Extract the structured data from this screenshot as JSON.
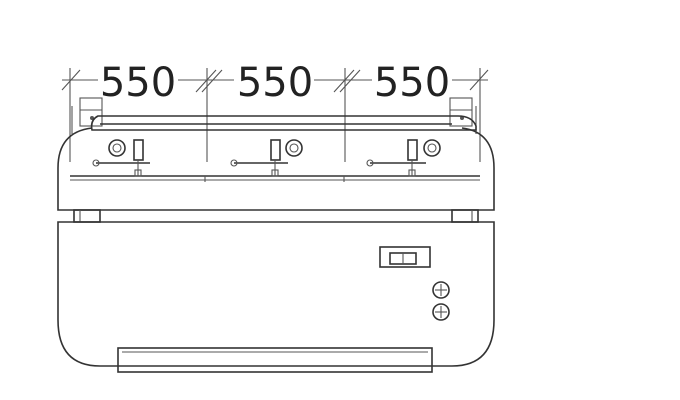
{
  "dimensions": [
    {
      "label": "550"
    },
    {
      "label": "550"
    },
    {
      "label": "550"
    }
  ],
  "colors": {
    "stroke": "#333333",
    "background": "#ffffff"
  },
  "components": {
    "wells_count": 3,
    "control_knob_icon": "knob-icon",
    "power_switch_icon": "rocker-switch-icon",
    "indicator_icon": "pilot-light-icon"
  }
}
